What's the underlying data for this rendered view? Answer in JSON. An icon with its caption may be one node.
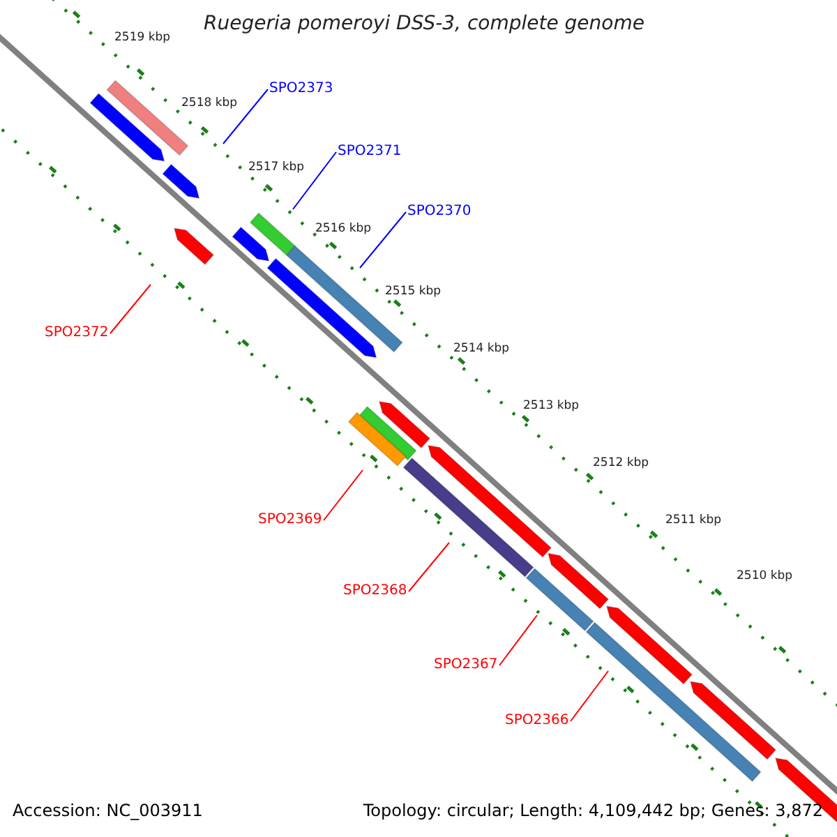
{
  "diagram": {
    "title": "Ruegeria pomeroyi DSS-3, complete genome",
    "nodes": [
      {
        "text": [
          "SPO2373"
        ]
      },
      {
        "text": [
          "SPO2371"
        ]
      },
      {
        "text": [
          "SPO2370"
        ]
      },
      {
        "text": [
          "SPO2372"
        ]
      },
      {
        "text": [
          "SPO2369"
        ]
      },
      {
        "text": [
          "SPO2368"
        ]
      },
      {
        "text": [
          "SPO2367"
        ]
      },
      {
        "text": [
          "SPO2366"
        ]
      }
    ],
    "edges": [
      {
        "from": 0,
        "to": null,
        "arrow": "none",
        "color": "#0000ff"
      },
      {
        "from": 1,
        "to": null,
        "arrow": "none",
        "color": "#0000ff"
      },
      {
        "from": 2,
        "to": null,
        "arrow": "none",
        "color": "#0000ff"
      },
      {
        "from": 3,
        "to": null,
        "arrow": "none",
        "color": "#ff0000"
      },
      {
        "from": 4,
        "to": null,
        "arrow": "none",
        "color": "#ff0000"
      },
      {
        "from": 5,
        "to": null,
        "arrow": "none",
        "color": "#ff0000"
      },
      {
        "from": 6,
        "to": null,
        "arrow": "none",
        "color": "#ff0000"
      },
      {
        "from": 7,
        "to": null,
        "arrow": "none",
        "color": "#ff0000"
      }
    ],
    "labels": [
      "2519 kbp",
      "2518 kbp",
      "2517 kbp",
      "2516 kbp",
      "2515 kbp",
      "2514 kbp",
      "2513 kbp",
      "2512 kbp",
      "2511 kbp",
      "2510 kbp",
      "Accession: NC_003911",
      "Topology: circular; Length: 4,109,442 bp; Genes: 3,872"
    ]
  }
}
